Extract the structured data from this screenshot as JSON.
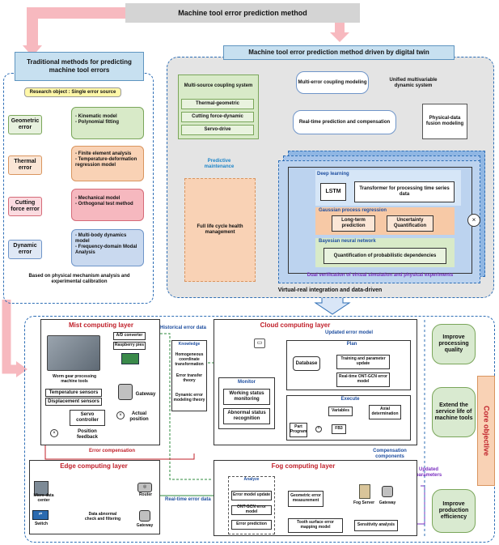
{
  "title": "Machine tool error prediction method",
  "traditional": {
    "header": "Traditional methods for predicting machine tool errors",
    "research_object": "Research object : Single error source",
    "rows": [
      {
        "label": "Geometric error",
        "items": [
          "- Kinematic model",
          "- Polynomial fitting"
        ]
      },
      {
        "label": "Thermal error",
        "items": [
          "- Finite element analysis",
          "- Temperature-deformation regression model"
        ]
      },
      {
        "label": "Cutting force error",
        "items": [
          "- Mechanical model",
          "- Orthogonal test method"
        ]
      },
      {
        "label": "Dynamic error",
        "items": [
          "- Multi-body dynamics model",
          "- Frequency-domain Modal Analysis"
        ]
      }
    ],
    "footer": "Based on physical mechanism analysis and experimental calibration"
  },
  "digital_twin": {
    "header": "Machine tool error prediction method driven by digital twin",
    "coupling_title": "Multi-source coupling system",
    "coupling_items": [
      "Thermal-geometric",
      "Cutting force-dynamic",
      "Servo-drive"
    ],
    "multi_error": "Multi-error coupling modeling",
    "unified": "Unified multivariable dynamic system",
    "realtime": "Real-time prediction and compensation",
    "fusion": "Physical-data fusion modeling",
    "predictive": "Predictive maintenance",
    "lifecycle": "Full life cycle health management",
    "deep_learning": "Deep learning",
    "lstm": "LSTM",
    "transformer": "Transformer for processing time series data",
    "gpr": "Gaussian process regression",
    "long_term": "Long-term prediction",
    "uncertainty": "Uncertainty Quantification",
    "bnn": "Bayesian neural network",
    "prob": "Quantification of probabilistic dependencies",
    "dual": "Dual verification of virtual simulation and physical experiments",
    "footer": "Virtual-real integration and data-driven"
  },
  "bottom": {
    "mist": {
      "title": "Mist computing layer",
      "ad": "A/D converter",
      "rpi": "Raspberry pies",
      "worm": "Worm gear processing machine tools",
      "temp": "Temperature sensors",
      "disp": "Displacement sensors",
      "gateway": "Gateway",
      "servo": "Servo controller",
      "actual": "Actual position",
      "feedback": "Position feedback",
      "error_comp": "Error compensation"
    },
    "historical": "Historical error data",
    "knowledge": {
      "title": "Knowledge",
      "items": [
        "Homogeneous coordinate transformation",
        "Error transfer theory",
        "Dynamic error modeling theory"
      ]
    },
    "cloud": {
      "title": "Cloud computing layer",
      "updated_model": "Updated error model",
      "plan": "Plan",
      "database": "Database",
      "training": "Training and parameter update",
      "realtime_gcn": "Real-time ONT-GCN error model",
      "monitor": "Monitor",
      "working": "Working status monitoring",
      "abnormal": "Abnormal status recognition",
      "execute": "Execute",
      "variables": "Variables",
      "axial": "Axial determination",
      "part": "Part Program",
      "fb3": "FB3"
    },
    "compensation": "Compensation components",
    "updated_params": "Updated parameters",
    "edge": {
      "title": "Edge computing layer",
      "micro": "Micro data center",
      "switch": "Switch",
      "check": "Data abnormal check and filtering",
      "router": "Router",
      "gateway": "Gateway"
    },
    "realtime_data": "Real-time error data",
    "fog": {
      "title": "Fog computing layer",
      "analyze": "Analyze",
      "update": "Error model update",
      "ontgcn": "ONT-GCN error model",
      "prediction": "Error prediction",
      "geo": "Geometric error measurement",
      "tooth": "Tooth surface error mapping model",
      "sens": "Sensitivity analysis",
      "fog_server": "Fog Server",
      "gateway": "Gateway"
    },
    "objectives": [
      "Improve processing quality",
      "Extend the service life of machine tools",
      "Improve production efficiency"
    ],
    "core": "Core objective"
  }
}
